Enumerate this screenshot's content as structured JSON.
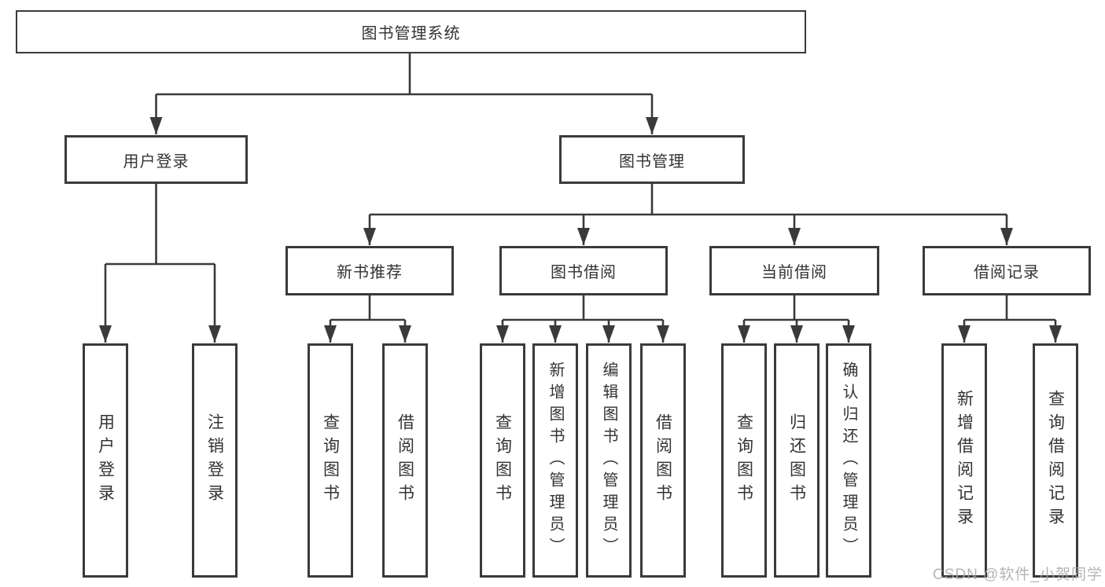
{
  "diagram": {
    "type": "hierarchy",
    "root": {
      "label": "图书管理系统"
    },
    "level2": [
      {
        "label": "用户登录",
        "children": [
          {
            "label": "用户登录"
          },
          {
            "label": "注销登录"
          }
        ]
      },
      {
        "label": "图书管理",
        "children": [
          {
            "label": "新书推荐",
            "children": [
              {
                "label": "查询图书"
              },
              {
                "label": "借阅图书"
              }
            ]
          },
          {
            "label": "图书借阅",
            "children": [
              {
                "label": "查询图书"
              },
              {
                "label": "新增图书（管理员）"
              },
              {
                "label": "编辑图书（管理员）"
              },
              {
                "label": "借阅图书"
              }
            ]
          },
          {
            "label": "当前借阅",
            "children": [
              {
                "label": "查询图书"
              },
              {
                "label": "归还图书"
              },
              {
                "label": "确认归还（管理员）"
              }
            ]
          },
          {
            "label": "借阅记录",
            "children": [
              {
                "label": "新增借阅记录"
              },
              {
                "label": "查询借阅记录"
              }
            ]
          }
        ]
      }
    ]
  },
  "watermark": {
    "text": "CSDN @软件_小贺同学"
  },
  "colors": {
    "line": "#3a3a3a",
    "box_border": "#3a3a3a",
    "box_fill": "#ffffff",
    "text": "#333333",
    "watermark": "#a8a8a8",
    "background": "#ffffff"
  }
}
